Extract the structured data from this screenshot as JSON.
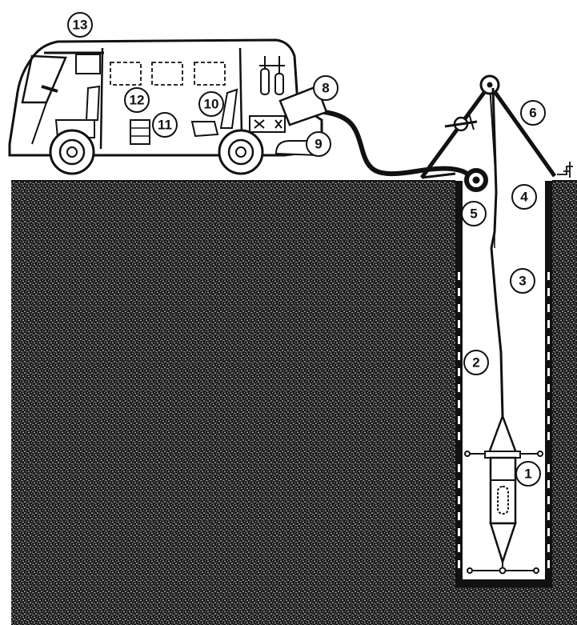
{
  "colors": {
    "ink": "#111111",
    "paper": "#ffffff",
    "ground_dark": "#1a1a1a"
  },
  "callouts": [
    {
      "id": "label-1",
      "text": "1"
    },
    {
      "id": "label-2",
      "text": "2"
    },
    {
      "id": "label-3",
      "text": "3"
    },
    {
      "id": "label-4",
      "text": "4"
    },
    {
      "id": "label-5",
      "text": "5"
    },
    {
      "id": "label-6",
      "text": "6"
    },
    {
      "id": "label-8",
      "text": "8"
    },
    {
      "id": "label-9",
      "text": "9"
    },
    {
      "id": "label-10",
      "text": "10"
    },
    {
      "id": "label-11",
      "text": "11"
    },
    {
      "id": "label-12",
      "text": "12"
    },
    {
      "id": "label-13",
      "text": "13"
    }
  ]
}
